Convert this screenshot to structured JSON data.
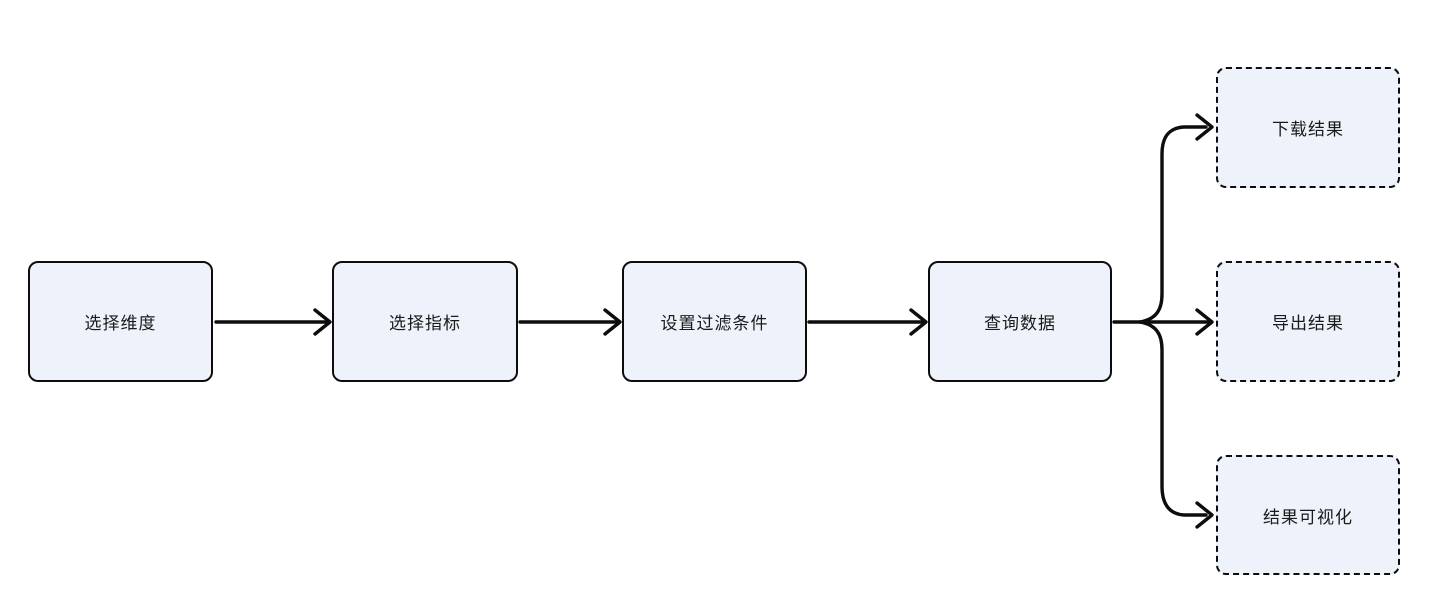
{
  "diagram": {
    "process_nodes": [
      {
        "id": "select-dimension",
        "label": "选择维度"
      },
      {
        "id": "select-metric",
        "label": "选择指标"
      },
      {
        "id": "set-filter",
        "label": "设置过滤条件"
      },
      {
        "id": "query-data",
        "label": "查询数据"
      }
    ],
    "output_nodes": [
      {
        "id": "download-result",
        "label": "下载结果"
      },
      {
        "id": "export-result",
        "label": "导出结果"
      },
      {
        "id": "visualize-result",
        "label": "结果可视化"
      }
    ],
    "connections": [
      {
        "from": "选择维度",
        "to": "选择指标"
      },
      {
        "from": "选择指标",
        "to": "设置过滤条件"
      },
      {
        "from": "设置过滤条件",
        "to": "查询数据"
      },
      {
        "from": "查询数据",
        "to": "下载结果"
      },
      {
        "from": "查询数据",
        "to": "导出结果"
      },
      {
        "from": "查询数据",
        "to": "结果可视化"
      }
    ],
    "colors": {
      "node_fill": "#eef2fa",
      "node_border": "#0d0d0d",
      "arrow": "#0d0d0d",
      "background": "#ffffff",
      "text": "#1a1a1a"
    }
  }
}
